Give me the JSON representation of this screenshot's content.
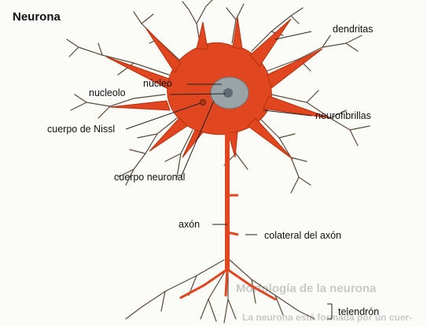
{
  "diagram": {
    "title": "Neurona",
    "labels": {
      "dendritas": "dendritas",
      "nucleo": "núcleo",
      "nucleolo": "nucleolo",
      "neurofibrillas": "neurofibrillas",
      "cuerpo_nissl": "cuerpo de Nissl",
      "cuerpo_neuronal": "cuerpo neuronal",
      "axon": "axón",
      "colateral": "colateral del axón",
      "telendron": "telendrón"
    }
  },
  "colors": {
    "neuron": "#e0461f",
    "neuron_dark": "#b8320f",
    "branch": "#5a4a3a",
    "nucleus": "#9aa3a6",
    "nucleolus": "#5f6b70",
    "leader": "#222222",
    "background_text": "#c9c9c9"
  },
  "background_text": {
    "page_heading": "Morfología de la neurona",
    "bottom_line": "La neurona está formada por un cuer-"
  }
}
